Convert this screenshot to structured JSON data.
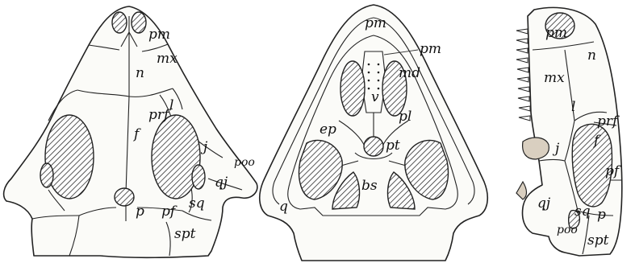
{
  "figure": {
    "dorsal_view": {
      "labels": {
        "pm": "pm",
        "mx": "mx",
        "n": "n",
        "l": "l",
        "prf": "prf",
        "f": "f",
        "j": "j",
        "poo": "poo",
        "qj": "qj",
        "sq": "sq",
        "p": "p",
        "pf": "pf",
        "spt": "spt"
      }
    },
    "palatal_view": {
      "labels": {
        "pm_top": "pm",
        "pm_inner": "pm",
        "md": "md",
        "v": "v",
        "pl": "pl",
        "ep": "ep",
        "pt": "pt",
        "bs": "bs",
        "q": "q"
      }
    },
    "lateral_view": {
      "labels": {
        "pm": "pm",
        "n": "n",
        "mx": "mx",
        "l": "l",
        "prf": "prf",
        "f": "f",
        "j": "j",
        "pf": "pf",
        "qj": "qj",
        "sq": "sq",
        "p": "p",
        "poo": "poo",
        "spt": "spt"
      }
    }
  }
}
